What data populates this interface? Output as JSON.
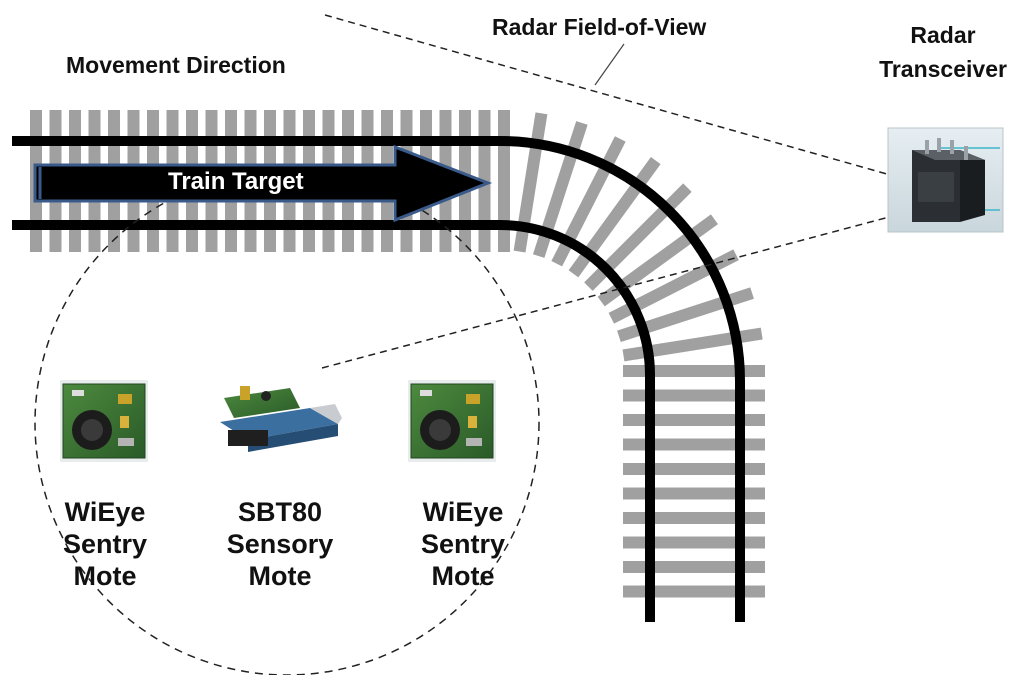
{
  "labels": {
    "movement_direction": "Movement Direction",
    "radar_fov": "Radar Field-of-View",
    "radar_transceiver_line1": "Radar",
    "radar_transceiver_line2": "Transceiver",
    "train_target": "Train Target"
  },
  "motes": [
    {
      "lines": [
        "WiEye",
        "Sentry",
        "Mote"
      ]
    },
    {
      "lines": [
        "SBT80",
        "Sensory",
        "Mote"
      ]
    },
    {
      "lines": [
        "WiEye",
        "Sentry",
        "Mote"
      ]
    }
  ],
  "colors": {
    "tie": "#a0a0a0",
    "rail": "#000000",
    "arrow_fill": "#000000",
    "arrow_border": "#3a5a8a",
    "board_green": "#2f6a2f",
    "board_blue": "#3b6fa0"
  },
  "icons": [
    "radar-transceiver-icon",
    "wieye-board-icon",
    "sbt80-board-icon"
  ]
}
